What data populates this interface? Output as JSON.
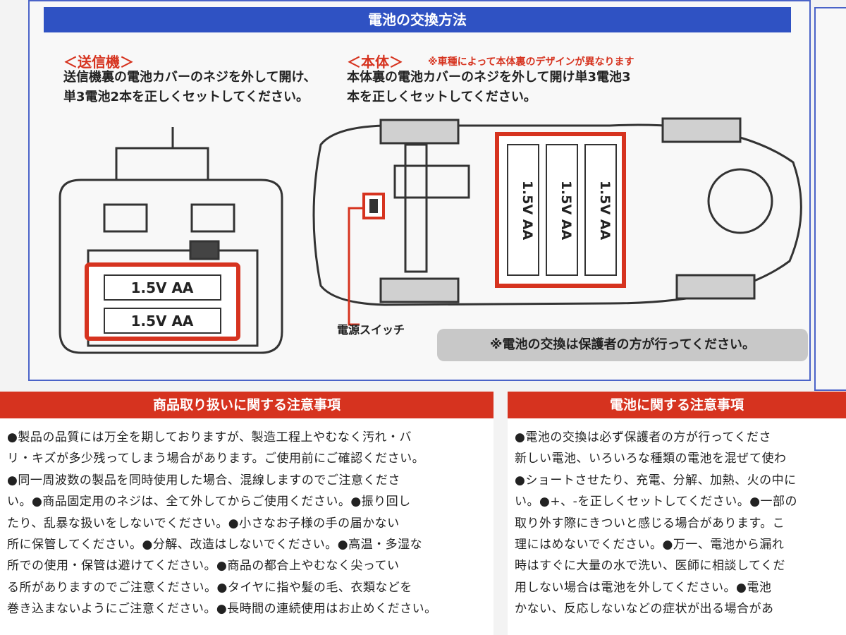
{
  "battery_panel": {
    "header": "電池の交換方法",
    "transmitter": {
      "title": "＜送信機＞",
      "text": "送信機裏の電池カバーのネジを外して開け、単3電池2本を正しくセットしてください。"
    },
    "body": {
      "title": "＜本体＞",
      "note": "※車種によって本体裏のデザインが異なります",
      "text": "本体裏の電池カバーのネジを外して開け単3電池3本を正しくセットしてください。"
    },
    "battery_label": "1.5V AA",
    "switch_label": "電源スイッチ",
    "guardian_note": "※電池の交換は保護者の方が行ってください。"
  },
  "product_caution": {
    "title": "商品取り扱いに関する注意事項",
    "lines": [
      "●製品の品質には万全を期しておりますが、製造工程上やむなく汚れ・バ",
      "リ・キズが多少残ってしまう場合があります。ご使用前にご確認ください。",
      "●同一周波数の製品を同時使用した場合、混線しますのでご注意くださ",
      "い。●商品固定用のネジは、全て外してからご使用ください。●振り回し",
      "たり、乱暴な扱いをしないでください。●小さなお子様の手の届かない",
      "所に保管してください。●分解、改造はしないでください。●高温・多湿な",
      "所での使用・保管は避けてください。●商品の都合上やむなく尖ってい",
      "る所がありますのでご注意ください。●タイヤに指や髪の毛、衣類などを",
      "巻き込まないようにご注意ください。●長時間の連続使用はお止めください。"
    ]
  },
  "battery_caution": {
    "title": "電池に関する注意事項",
    "lines": [
      "●電池の交換は必ず保護者の方が行ってくださ",
      "新しい電池、いろいろな種類の電池を混ぜて使わ",
      "●ショートさせたり、充電、分解、加熱、火の中に",
      "い。●+、-を正しくセットしてください。●一部の",
      "取り外す際にきついと感じる場合があります。こ",
      "理にはめないでください。●万一、電池から漏れ",
      "時はすぐに大量の水で洗い、医師に相談してくだ",
      "用しない場合は電池を外してください。●電池",
      "かない、反応しないなどの症状が出る場合があ"
    ]
  },
  "colors": {
    "blue": "#2f52c3",
    "red": "#d6331f",
    "gray": "#c8c8c8"
  }
}
